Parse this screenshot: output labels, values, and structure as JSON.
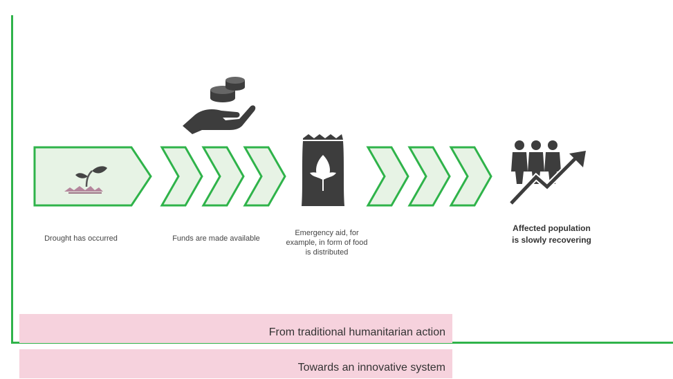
{
  "colors": {
    "green": "#2fb34a",
    "pink_band": "#f6d2dd",
    "icon_dark": "#3d3d3d",
    "pale_green": "#e7f3e5"
  },
  "steps": [
    {
      "label": "Drought has occurred",
      "icon": "sprouting-plant-icon"
    },
    {
      "label": "Funds are made available",
      "icon": "hand-with-coins-icon"
    },
    {
      "label": "Emergency aid, for example, in form of food is distributed",
      "icon": "food-sack-icon"
    },
    {
      "label": "Affected population is slowly recovering",
      "icon": "people-rising-trend-icon"
    }
  ],
  "bands": {
    "traditional": "From traditional humanitarian action",
    "innovative": "Towards an innovative system"
  }
}
